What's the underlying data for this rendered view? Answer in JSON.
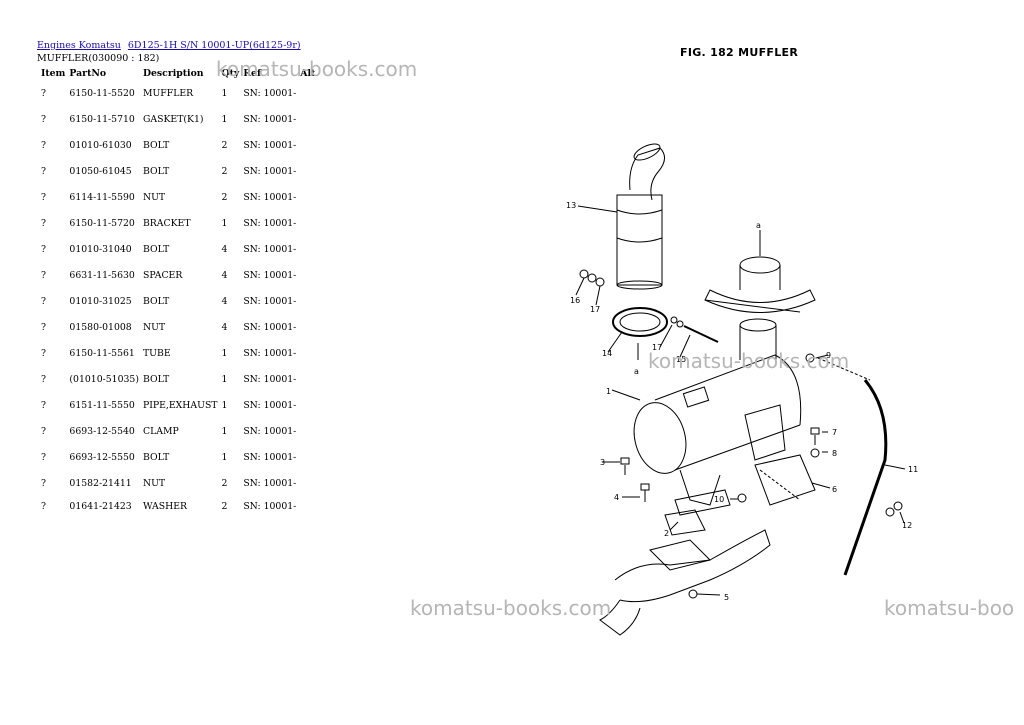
{
  "breadcrumb": [
    "Engines Komatsu",
    "6D125-1H S/N 10001-UP(6d125-9r)"
  ],
  "section_title": "MUFFLER(030090 : 182)",
  "columns": [
    "Item",
    "PartNo",
    "Description",
    "Qty",
    "Ref",
    "Alt"
  ],
  "parts": [
    {
      "item": "?",
      "partno": "6150-11-5520",
      "desc": "MUFFLER",
      "qty": "1",
      "ref": "SN: 10001-"
    },
    {
      "item": "?",
      "partno": "6150-11-5710",
      "desc": "GASKET(K1)",
      "qty": "1",
      "ref": "SN: 10001-"
    },
    {
      "item": "?",
      "partno": "01010-61030",
      "desc": "BOLT",
      "qty": "2",
      "ref": "SN: 10001-"
    },
    {
      "item": "?",
      "partno": "01050-61045",
      "desc": "BOLT",
      "qty": "2",
      "ref": "SN: 10001-"
    },
    {
      "item": "?",
      "partno": "6114-11-5590",
      "desc": "NUT",
      "qty": "2",
      "ref": "SN: 10001-"
    },
    {
      "item": "?",
      "partno": "6150-11-5720",
      "desc": "BRACKET",
      "qty": "1",
      "ref": "SN: 10001-"
    },
    {
      "item": "?",
      "partno": "01010-31040",
      "desc": "BOLT",
      "qty": "4",
      "ref": "SN: 10001-"
    },
    {
      "item": "?",
      "partno": "6631-11-5630",
      "desc": "SPACER",
      "qty": "4",
      "ref": "SN: 10001-"
    },
    {
      "item": "?",
      "partno": "01010-31025",
      "desc": "BOLT",
      "qty": "4",
      "ref": "SN: 10001-"
    },
    {
      "item": "?",
      "partno": "01580-01008",
      "desc": "NUT",
      "qty": "4",
      "ref": "SN: 10001-"
    },
    {
      "item": "?",
      "partno": "6150-11-5561",
      "desc": "TUBE",
      "qty": "1",
      "ref": "SN: 10001-"
    },
    {
      "item": "?",
      "partno": "(01010-51035)",
      "desc": "BOLT",
      "qty": "1",
      "ref": "SN: 10001-"
    },
    {
      "item": "?",
      "partno": "6151-11-5550",
      "desc": "PIPE,EXHAUST",
      "qty": "1",
      "ref": "SN: 10001-"
    },
    {
      "item": "?",
      "partno": "6693-12-5540",
      "desc": "CLAMP",
      "qty": "1",
      "ref": "SN: 10001-"
    },
    {
      "item": "?",
      "partno": "6693-12-5550",
      "desc": "BOLT",
      "qty": "1",
      "ref": "SN: 10001-"
    },
    {
      "item": "?",
      "partno": "01582-21411",
      "desc": "NUT",
      "qty": "2",
      "ref": "SN: 10001-"
    },
    {
      "item": "?",
      "partno": "01641-21423",
      "desc": "WASHER",
      "qty": "2",
      "ref": "SN: 10001-"
    }
  ],
  "watermark": "komatsu-books.com",
  "watermark_cut": "komatsu-boo",
  "figure": {
    "title": "FIG. 182  MUFFLER",
    "callouts": [
      "1",
      "2",
      "3",
      "4",
      "5",
      "6",
      "7",
      "8",
      "9",
      "10",
      "11",
      "12",
      "13",
      "14",
      "15",
      "16",
      "17",
      "17",
      "a",
      "a"
    ]
  }
}
